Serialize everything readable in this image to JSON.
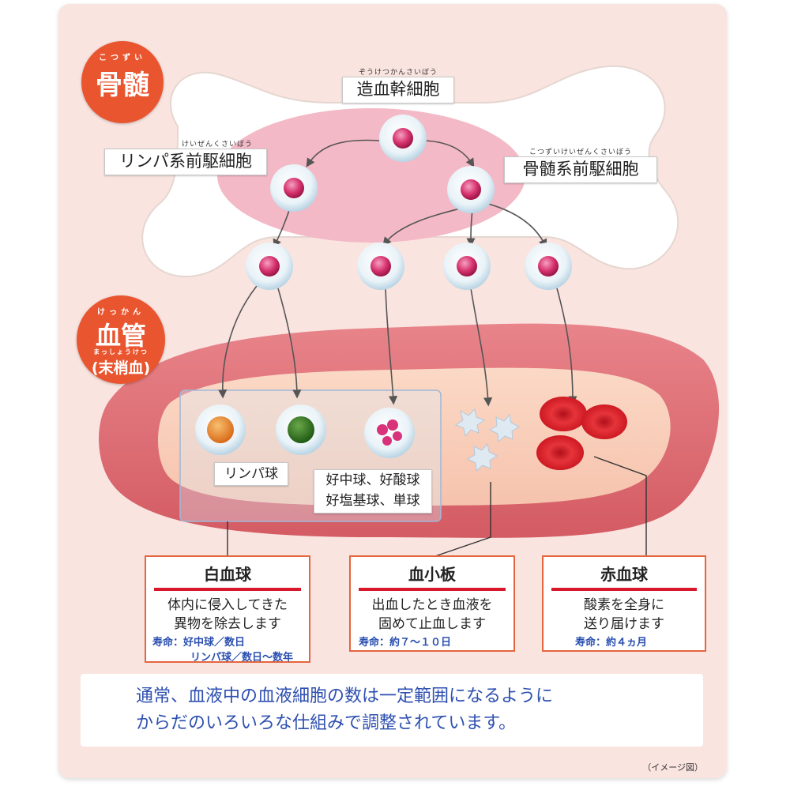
{
  "sections": {
    "bone_marrow": {
      "ruby": "こつずい",
      "label": "骨髄"
    },
    "blood_vessel": {
      "ruby": "けっかん",
      "label": "血管",
      "sub_ruby": "まっしょうけつ",
      "sub_label": "(末梢血)"
    }
  },
  "progenitors": {
    "stem": {
      "ruby": "ぞうけつかんさいぼう",
      "label": "造血幹細胞"
    },
    "lymphoid": {
      "ruby": "けいぜんくさいぼう",
      "label": "リンパ系前駆細胞"
    },
    "myeloid": {
      "ruby": "こつずいけいぜんくさいぼう",
      "label": "骨髄系前駆細胞"
    }
  },
  "cell_labels": {
    "lymphocyte": "リンパ球",
    "granulocyte_line1": "好中球、好酸球",
    "granulocyte_line2": "好塩基球、単球"
  },
  "boxes": {
    "wbc": {
      "title": "白血球",
      "desc1": "体内に侵入してきた",
      "desc2": "異物を除去します",
      "life1": "寿命：好中球／数日",
      "life2": "リンパ球／数日〜数年"
    },
    "platelet": {
      "title": "血小板",
      "desc1": "出血したとき血液を",
      "desc2": "固めて止血します",
      "life1": "寿命：約７〜１０日"
    },
    "rbc": {
      "title": "赤血球",
      "desc1": "酸素を全身に",
      "desc2": "送り届けます",
      "life1": "寿命：約４ヵ月"
    }
  },
  "note": {
    "line1": "通常、血液中の血液細胞の数は一定範囲になるように",
    "line2": "からだのいろいろな仕組みで調整されています。"
  },
  "caption": "（イメージ図）",
  "colors": {
    "accent": "#e9552f",
    "red_bar": "#d8182a",
    "note_text": "#2d4fb0",
    "card_bg": "#fae4e0"
  }
}
